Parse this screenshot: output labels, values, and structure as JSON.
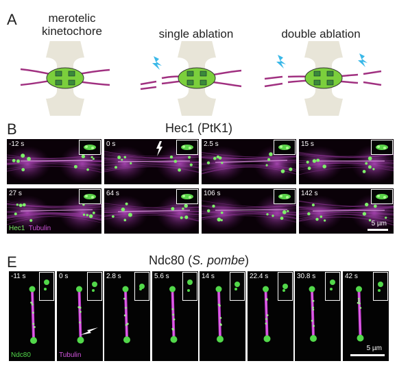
{
  "panelA": {
    "letter": "A",
    "captions": [
      {
        "line1": "merotelic",
        "line2": "kinetochore"
      },
      {
        "line1": "single ablation",
        "line2": ""
      },
      {
        "line1": "double ablation",
        "line2": ""
      }
    ]
  },
  "panelB": {
    "letter": "B",
    "title": "Hec1 (PtK1)",
    "times": [
      "-12 s",
      "0 s",
      "2.5 s",
      "15 s",
      "27 s",
      "64 s",
      "106 s",
      "142 s"
    ],
    "legend": {
      "a": "Hec1",
      "b": "Tubulin"
    },
    "scale": "5 µm",
    "colors": {
      "green": "#6fe05a",
      "magenta": "#c04cc8"
    }
  },
  "panelE": {
    "letter": "E",
    "title_main": "Ndc80 (",
    "title_italic": "S. pombe",
    "title_end": ")",
    "times": [
      "-11 s",
      "0 s",
      "2.8 s",
      "5.6 s",
      "14 s",
      "22.4 s",
      "30.8 s",
      "42 s"
    ],
    "legend": {
      "a": "Ndc80",
      "b": "Tubulin"
    },
    "scale": "5 µm"
  }
}
